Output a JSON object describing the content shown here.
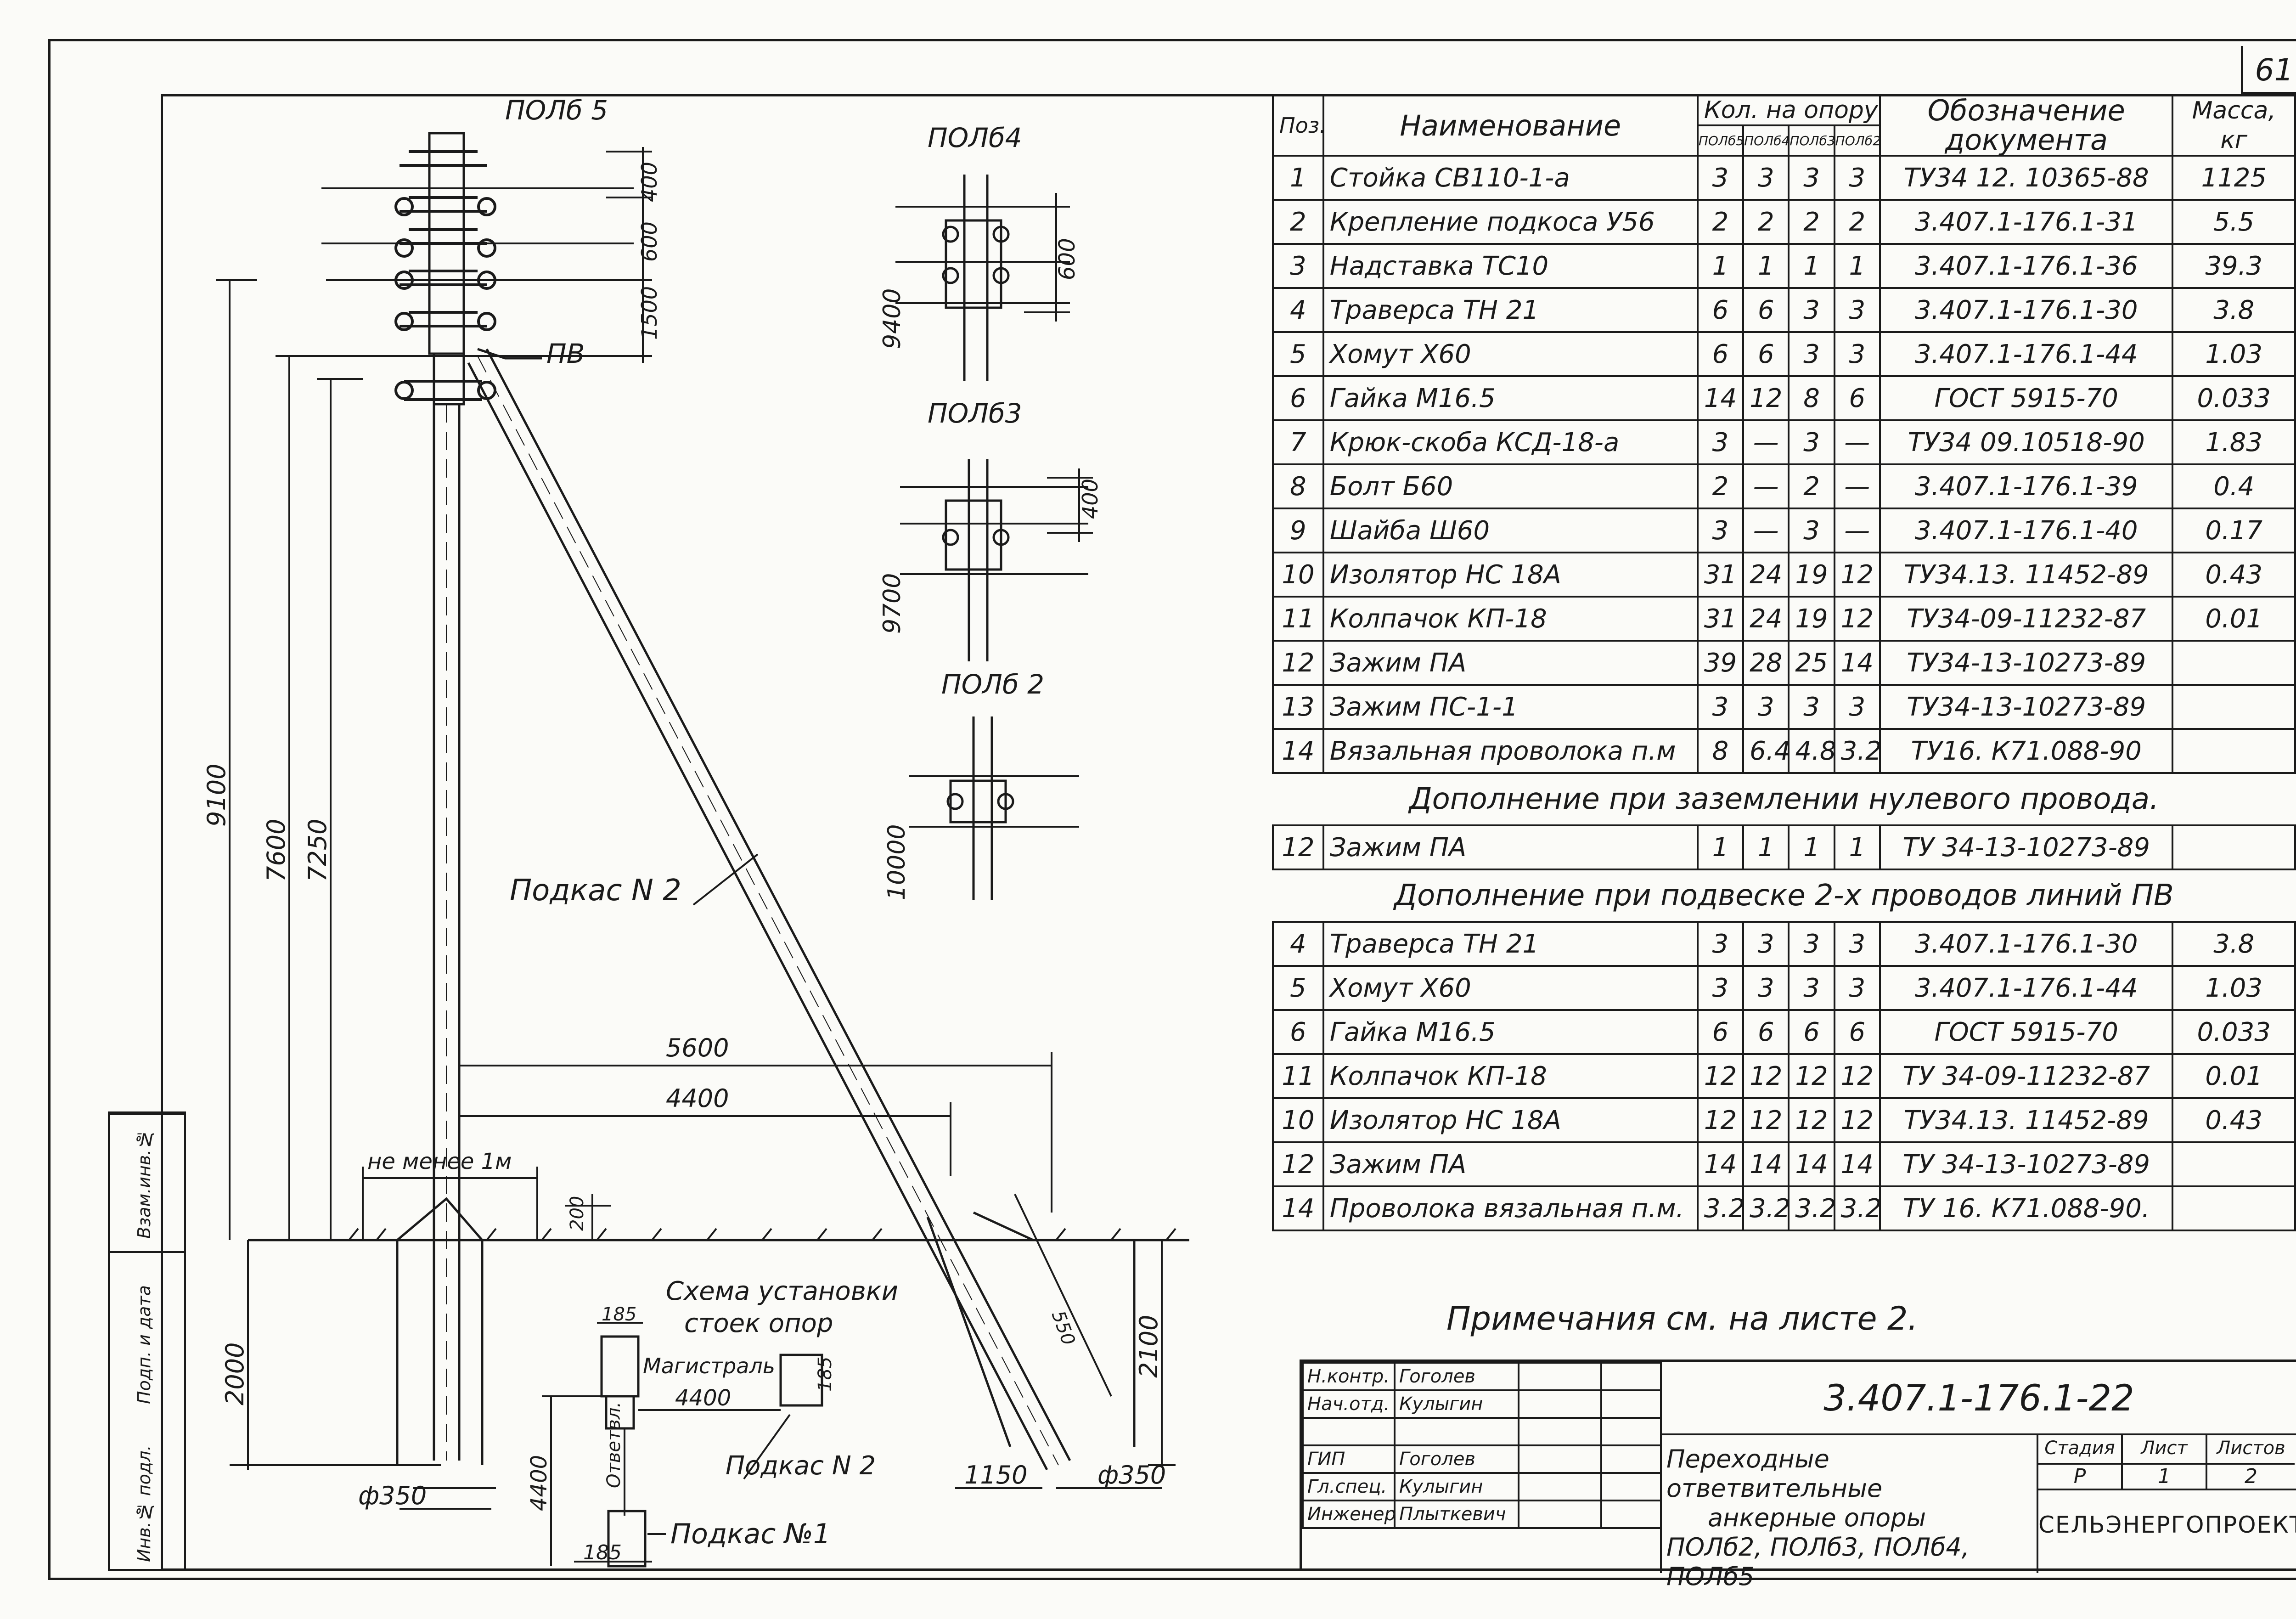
{
  "sheet_number": "61",
  "drawing": {
    "labels": {
      "pole5": "ПОЛб 5",
      "pole4": "ПОЛб4",
      "pole3": "ПОЛб3",
      "pole2": "ПОЛб 2",
      "pv": "ПВ",
      "strut": "Подкас N 2",
      "not_less": "не менее 1м",
      "phi_left": "ф350",
      "phi_right": "ф350"
    },
    "dims": {
      "d400": "400",
      "d600": "600",
      "d1500": "1500",
      "d9100": "9100",
      "d7600": "7600",
      "d7250": "7250",
      "d5600": "5600",
      "d4400": "4400",
      "d200": "200",
      "d2000": "2000",
      "d2100": "2100",
      "d1150": "1150",
      "d550": "550",
      "p4_600": "600",
      "p4_9400": "9400",
      "p3_400": "400",
      "p3_9700": "9700",
      "p2_10000": "10000"
    },
    "scheme": {
      "title_line1": "Схема установки",
      "title_line2": "стоек опор",
      "main_line": "Магистраль",
      "branch": "Ответвл.",
      "strut2": "Подкас N 2",
      "strut1": "Подкас №1",
      "d185a": "185",
      "d185b": "185",
      "d185c": "185",
      "d4400a": "4400",
      "d4400b": "4400"
    },
    "side_stamp": [
      "Инв.№ подл.",
      "Подп. и дата",
      "Взам.инв.№"
    ]
  },
  "spec_table": {
    "headers": {
      "pos": "Поз.",
      "name": "Наименование",
      "qty": "Кол. на опору",
      "qty_cols": [
        "ПОЛб5",
        "ПОЛб4",
        "ПОЛб3",
        "ПОЛб2"
      ],
      "doc": "Обозначение документа",
      "mass": "Масса, кг"
    },
    "rows": [
      {
        "pos": "1",
        "name": "Стойка СВ110-1-а",
        "q": [
          "3",
          "3",
          "3",
          "3"
        ],
        "doc": "ТУ34 12. 10365-88",
        "mass": "1125"
      },
      {
        "pos": "2",
        "name": "Крепление подкоса У56",
        "q": [
          "2",
          "2",
          "2",
          "2"
        ],
        "doc": "3.407.1-176.1-31",
        "mass": "5.5"
      },
      {
        "pos": "3",
        "name": "Надставка ТС10",
        "q": [
          "1",
          "1",
          "1",
          "1"
        ],
        "doc": "3.407.1-176.1-36",
        "mass": "39.3"
      },
      {
        "pos": "4",
        "name": "Траверса ТН 21",
        "q": [
          "6",
          "6",
          "3",
          "3"
        ],
        "doc": "3.407.1-176.1-30",
        "mass": "3.8"
      },
      {
        "pos": "5",
        "name": "Хомут Х60",
        "q": [
          "6",
          "6",
          "3",
          "3"
        ],
        "doc": "3.407.1-176.1-44",
        "mass": "1.03"
      },
      {
        "pos": "6",
        "name": "Гайка М16.5",
        "q": [
          "14",
          "12",
          "8",
          "6"
        ],
        "doc": "ГОСТ 5915-70",
        "mass": "0.033"
      },
      {
        "pos": "7",
        "name": "Крюк-скоба КСД-18-а",
        "q": [
          "3",
          "—",
          "3",
          "—"
        ],
        "doc": "ТУ34 09.10518-90",
        "mass": "1.83"
      },
      {
        "pos": "8",
        "name": "Болт Б60",
        "q": [
          "2",
          "—",
          "2",
          "—"
        ],
        "doc": "3.407.1-176.1-39",
        "mass": "0.4"
      },
      {
        "pos": "9",
        "name": "Шайба Ш60",
        "q": [
          "3",
          "—",
          "3",
          "—"
        ],
        "doc": "3.407.1-176.1-40",
        "mass": "0.17"
      },
      {
        "pos": "10",
        "name": "Изолятор НС 18А",
        "q": [
          "31",
          "24",
          "19",
          "12"
        ],
        "doc": "ТУ34.13. 11452-89",
        "mass": "0.43"
      },
      {
        "pos": "11",
        "name": "Колпачок КП-18",
        "q": [
          "31",
          "24",
          "19",
          "12"
        ],
        "doc": "ТУ34-09-11232-87",
        "mass": "0.01"
      },
      {
        "pos": "12",
        "name": "Зажим ПА",
        "q": [
          "39",
          "28",
          "25",
          "14"
        ],
        "doc": "ТУ34-13-10273-89",
        "mass": ""
      },
      {
        "pos": "13",
        "name": "Зажим ПС-1-1",
        "q": [
          "3",
          "3",
          "3",
          "3"
        ],
        "doc": "ТУ34-13-10273-89",
        "mass": ""
      },
      {
        "pos": "14",
        "name": "Вязальная проволока п.м",
        "q": [
          "8",
          "6.4",
          "4.8",
          "3.2"
        ],
        "doc": "ТУ16. К71.088-90",
        "mass": ""
      }
    ],
    "section1_title": "Дополнение при заземлении нулевого провода.",
    "section1_rows": [
      {
        "pos": "12",
        "name": "Зажим ПА",
        "q": [
          "1",
          "1",
          "1",
          "1"
        ],
        "doc": "ТУ 34-13-10273-89",
        "mass": ""
      }
    ],
    "section2_title": "Дополнение при подвеске 2-х проводов линий ПВ",
    "section2_rows": [
      {
        "pos": "4",
        "name": "Траверса ТН 21",
        "q": [
          "3",
          "3",
          "3",
          "3"
        ],
        "doc": "3.407.1-176.1-30",
        "mass": "3.8"
      },
      {
        "pos": "5",
        "name": "Хомут Х60",
        "q": [
          "3",
          "3",
          "3",
          "3"
        ],
        "doc": "3.407.1-176.1-44",
        "mass": "1.03"
      },
      {
        "pos": "6",
        "name": "Гайка М16.5",
        "q": [
          "6",
          "6",
          "6",
          "6"
        ],
        "doc": "ГОСТ 5915-70",
        "mass": "0.033"
      },
      {
        "pos": "11",
        "name": "Колпачок КП-18",
        "q": [
          "12",
          "12",
          "12",
          "12"
        ],
        "doc": "ТУ 34-09-11232-87",
        "mass": "0.01"
      },
      {
        "pos": "10",
        "name": "Изолятор НС 18А",
        "q": [
          "12",
          "12",
          "12",
          "12"
        ],
        "doc": "ТУ34.13. 11452-89",
        "mass": "0.43"
      },
      {
        "pos": "12",
        "name": "Зажим ПА",
        "q": [
          "14",
          "14",
          "14",
          "14"
        ],
        "doc": "ТУ 34-13-10273-89",
        "mass": ""
      },
      {
        "pos": "14",
        "name": "Проволока вязальная п.м.",
        "q": [
          "3.2",
          "3.2",
          "3.2",
          "3.2"
        ],
        "doc": "ТУ 16. К71.088-90.",
        "mass": ""
      }
    ]
  },
  "note": "Примечания см. на листе 2.",
  "title_block": {
    "code": "3.407.1-176.1-22",
    "people": [
      {
        "role": "Н.контр.",
        "name": "Гоголев"
      },
      {
        "role": "Нач.отд.",
        "name": "Кулыгин"
      },
      {
        "role": "",
        "name": ""
      },
      {
        "role": "ГИП",
        "name": "Гоголев"
      },
      {
        "role": "Гл.спец.",
        "name": "Кулыгин"
      },
      {
        "role": "Инженер",
        "name": "Плыткевич"
      }
    ],
    "title_line1": "Переходные ответвительные",
    "title_line2": "анкерные опоры",
    "title_line3": "ПОЛб2, ПОЛб3, ПОЛб4, ПОЛб5",
    "stage_label": "Стадия",
    "sheet_label": "Лист",
    "sheets_label": "Листов",
    "stage": "Р",
    "sheet": "1",
    "sheets": "2",
    "org": "СЕЛЬЭНЕРГОПРОЕКТ"
  }
}
